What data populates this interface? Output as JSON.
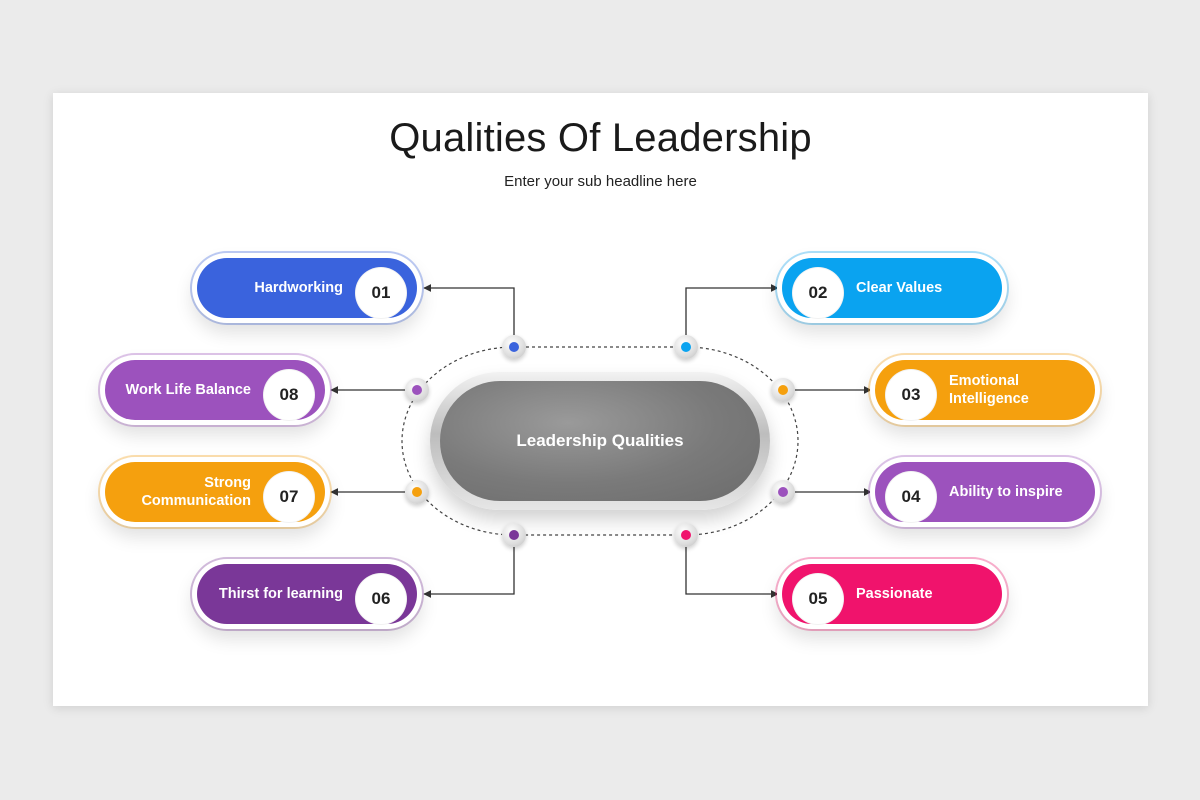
{
  "title": "Qualities Of Leadership",
  "subtitle": "Enter your sub headline here",
  "center_label": "Leadership Qualities",
  "items": [
    {
      "num": "01",
      "label": "Hardworking",
      "color": "#3a63dd"
    },
    {
      "num": "02",
      "label": "Clear Values",
      "color": "#0aa3f0"
    },
    {
      "num": "03",
      "label": "Emotional Intelligence",
      "color": "#f5a00e"
    },
    {
      "num": "04",
      "label": "Ability to inspire",
      "color": "#9c52bd"
    },
    {
      "num": "05",
      "label": "Passionate",
      "color": "#f0136c"
    },
    {
      "num": "06",
      "label": "Thirst for learning",
      "color": "#7a3798"
    },
    {
      "num": "07",
      "label": "Strong Communication",
      "color": "#f5a00e"
    },
    {
      "num": "08",
      "label": "Work Life Balance",
      "color": "#9c52bd"
    }
  ],
  "icons": {
    "connector": "arrow-connector",
    "node": "circle-node-icon"
  }
}
